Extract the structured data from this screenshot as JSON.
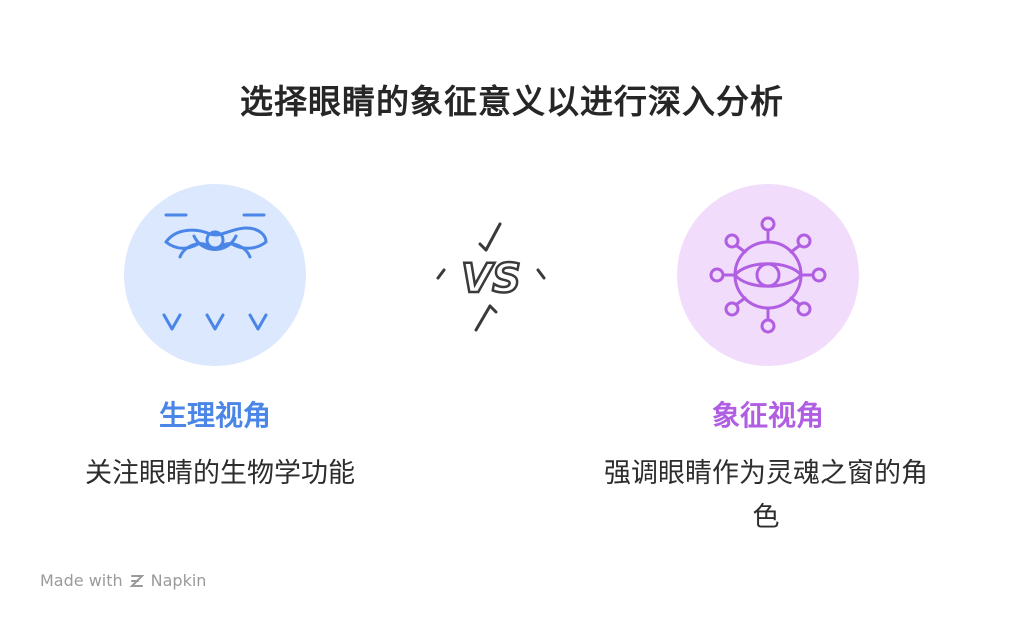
{
  "title": "选择眼睛的象征意义以进行深入分析",
  "left": {
    "heading": "生理视角",
    "description": "关注眼睛的生物学功能",
    "icon": "eye-biology-icon",
    "accent": "#4a86e8",
    "circle_bg": "#dbe8fd"
  },
  "right": {
    "heading": "象征视角",
    "description_line1": "强调眼睛作为灵魂之窗的角",
    "description_line2": "色",
    "icon": "eye-network-icon",
    "accent": "#b15fe2",
    "circle_bg": "#f2dcfb"
  },
  "vs_label": "VS",
  "footer": {
    "made_with": "Made with",
    "brand": "Napkin"
  }
}
